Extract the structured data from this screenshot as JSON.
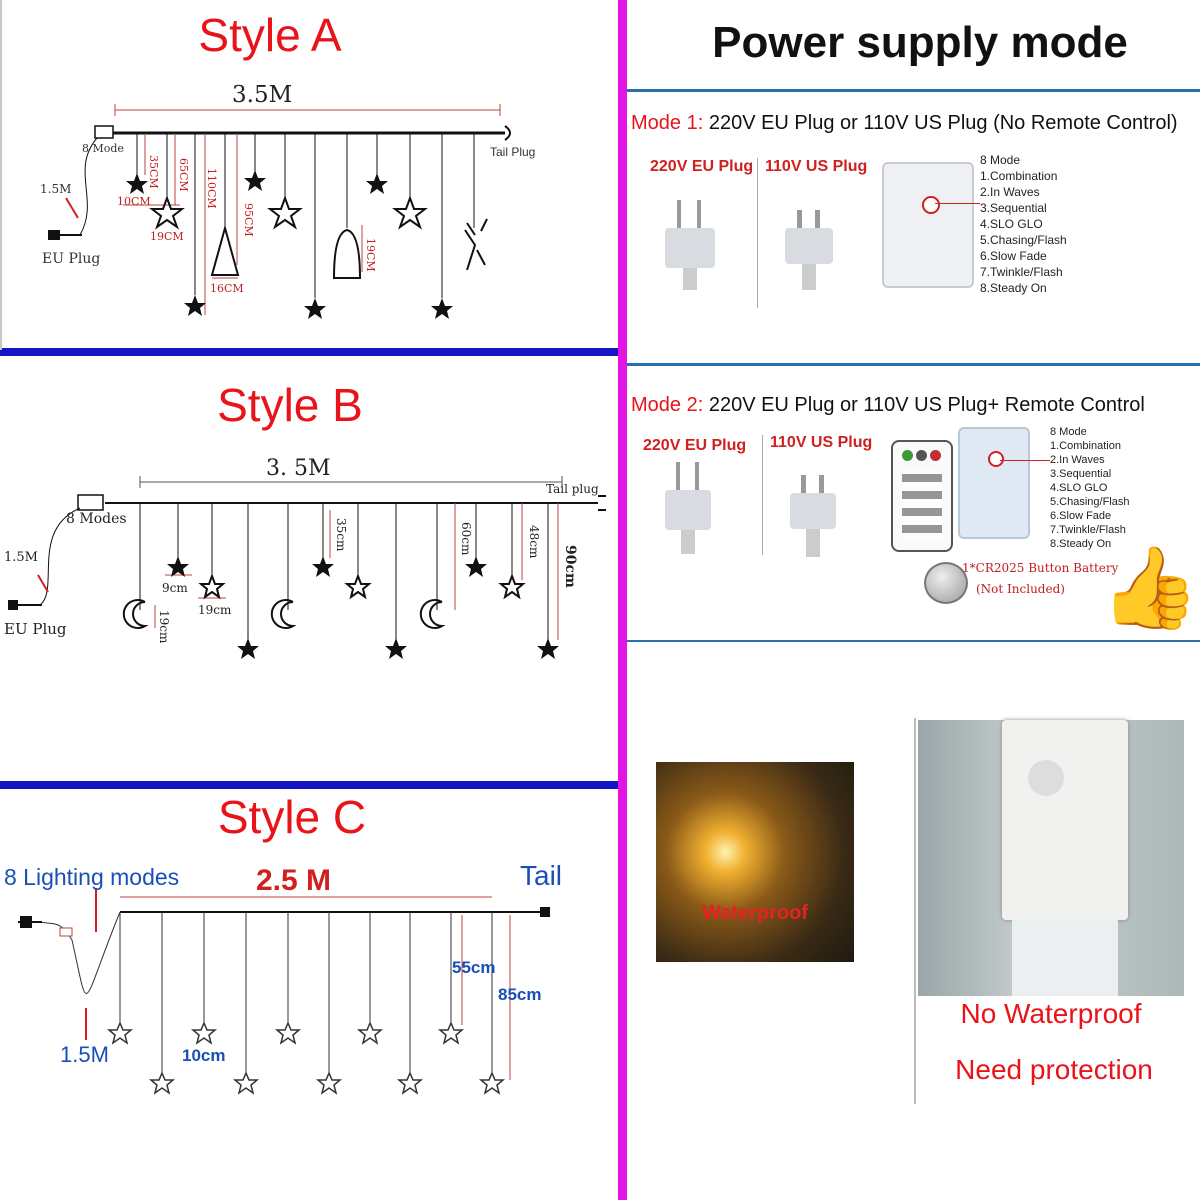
{
  "styleA": {
    "title": "Style A",
    "length": "3.5M",
    "mode": "8 Mode",
    "tail": "Tail Plug",
    "cable": "1.5M",
    "plug": "EU Plug",
    "dims": [
      "35CM",
      "65CM",
      "110CM",
      "95CM",
      "10CM",
      "19CM",
      "16CM",
      "19CM"
    ]
  },
  "styleB": {
    "title": "Style B",
    "length": "3. 5M",
    "mode": "8 Modes",
    "tail": "Tail plug",
    "cable": "1.5M",
    "plug": "EU Plug",
    "dims": [
      "35cm",
      "60cm",
      "48cm",
      "90cm",
      "9cm",
      "19cm",
      "19cm"
    ]
  },
  "styleC": {
    "title": "Style C",
    "length": "2.5 M",
    "mode": "8 Lighting modes",
    "tail": "Tail",
    "cable": "1.5M",
    "dims": [
      "55cm",
      "85cm",
      "10cm"
    ]
  },
  "power": {
    "title": "Power supply mode",
    "mode1_prefix": "Mode 1:",
    "mode1_text": "220V EU Plug or 110V US Plug (No Remote Control)",
    "mode2_prefix": "Mode 2:",
    "mode2_text": "220V EU Plug or 110V US Plug+ Remote Control",
    "eu_plug": "220V EU Plug",
    "us_plug": "110V US Plug",
    "modes_list": "8 Mode\n1.Combination\n2.In Waves\n3.Sequential\n4.SLO GLO\n5.Chasing/Flash\n6.Slow Fade\n7.Twinkle/Flash\n8.Steady On",
    "battery": "1*CR2025 Button Battery",
    "battery_note": "(Not Included)",
    "waterproof": "Waterproof",
    "no_waterproof": "No Waterproof",
    "need_protection": "Need protection"
  },
  "colors": {
    "divider_blue": "#1515c8",
    "divider_magenta": "#e414e4",
    "title_red": "#e8141a",
    "accent_blue": "#1a4fb8"
  }
}
